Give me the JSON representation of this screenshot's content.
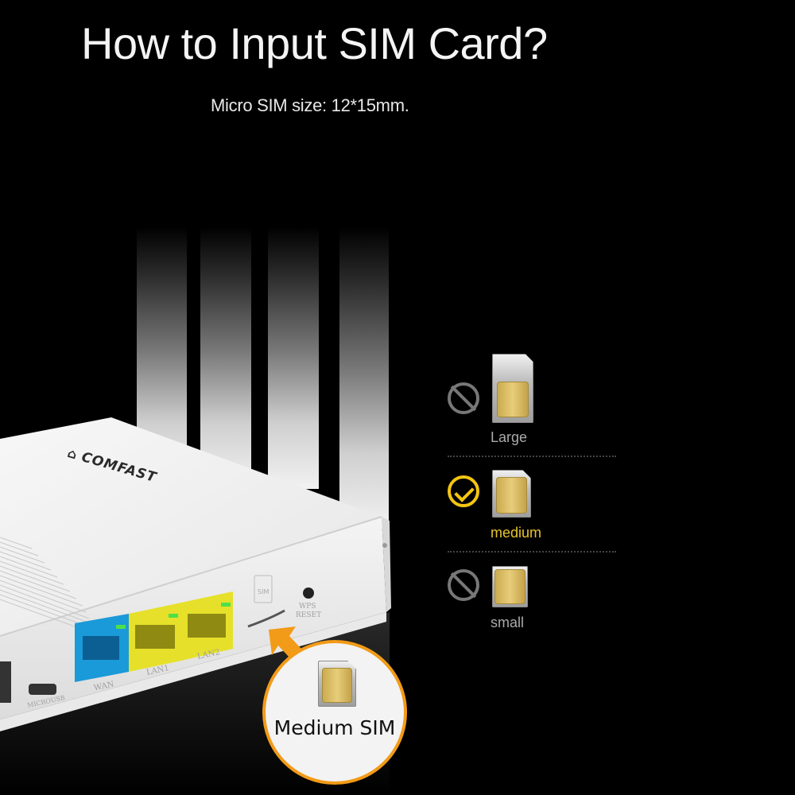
{
  "header": {
    "title": "How to Input SIM Card?",
    "subtitle": "Micro SIM size: 12*15mm."
  },
  "router": {
    "brand": "COMFAST",
    "ports": [
      {
        "label": "WAN",
        "color": "#1a9ad8"
      },
      {
        "label": "LAN1",
        "color": "#e6e02a"
      },
      {
        "label": "LAN2",
        "color": "#e6e02a"
      }
    ],
    "usb_label": "MICROUSB",
    "sim_slot_label": "SIM",
    "reset_label_line1": "WPS",
    "reset_label_line2": "RESET",
    "antenna_count": 4
  },
  "sim_options": [
    {
      "label": "Large",
      "status": "not-allowed",
      "icon": "ban-icon"
    },
    {
      "label": "medium",
      "status": "correct",
      "icon": "check-circle-icon"
    },
    {
      "label": "small",
      "status": "not-allowed",
      "icon": "ban-icon"
    }
  ],
  "callout": {
    "label": "Medium SIM",
    "accent_color": "#f29b18"
  },
  "colors": {
    "background": "#000000",
    "selected": "#f2c511",
    "sim_chip": "#d9bb63"
  }
}
